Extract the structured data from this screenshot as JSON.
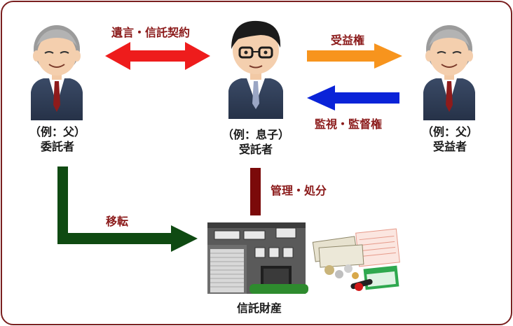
{
  "settlor": {
    "example": "（例：父）",
    "role": "委託者"
  },
  "trustee": {
    "example": "（例：息子）",
    "role": "受託者"
  },
  "beneficiary": {
    "example": "（例：父）",
    "role": "受益者"
  },
  "arrows": {
    "contract": "遺言・信託契約",
    "beneficial_right": "受益権",
    "supervision": "監視・監督権",
    "management": "管理・処分",
    "transfer": "移転"
  },
  "property_label": "信託財産",
  "colors": {
    "border": "#7a1f1f",
    "label_text": "#8b1a1a",
    "contract_arrow": "#ee1c1c",
    "beneficial_arrow": "#f7941d",
    "supervision_arrow": "#0a23d8",
    "management_bar": "#7b0a0a",
    "transfer_arrow": "#0f4a12"
  }
}
